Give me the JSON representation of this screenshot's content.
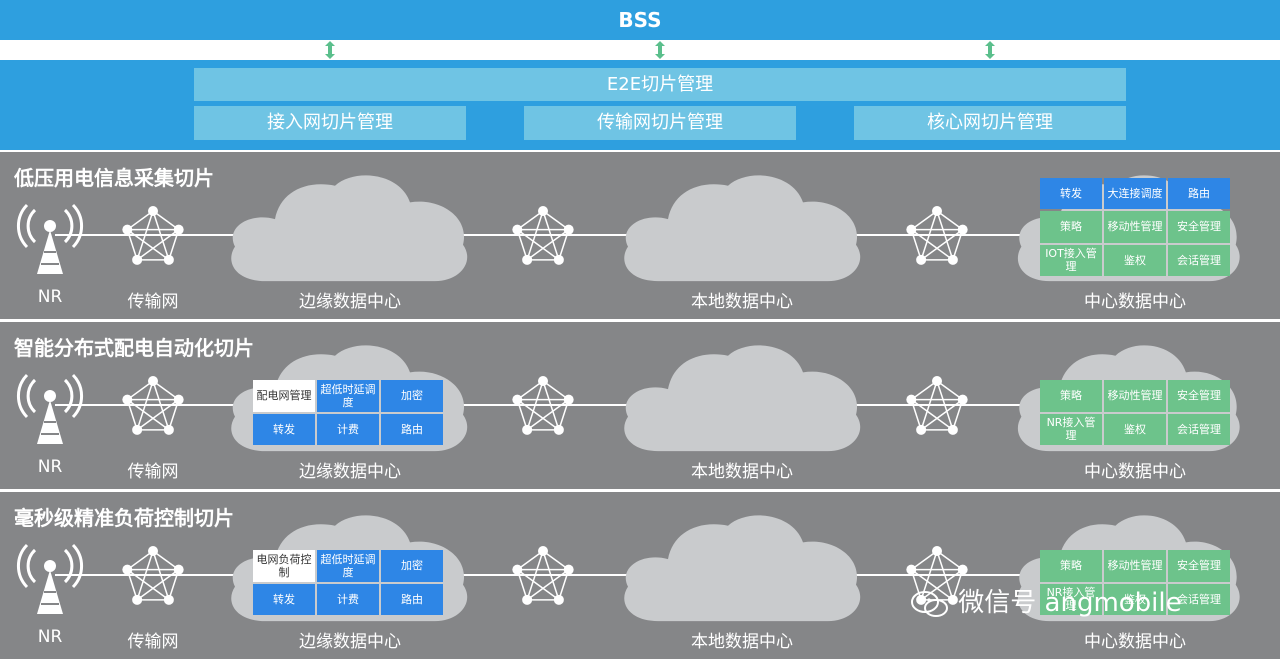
{
  "header": {
    "bss": "BSS"
  },
  "management": {
    "e2e": "E2E切片管理",
    "access": "接入网切片管理",
    "transport": "传输网切片管理",
    "core": "核心网切片管理"
  },
  "labels": {
    "nr": "NR",
    "transport_net": "传输网",
    "edge_dc": "边缘数据中心",
    "local_dc": "本地数据中心",
    "central_dc": "中心数据中心"
  },
  "slices": [
    {
      "title": "低压用电信息采集切片",
      "central_cells": [
        {
          "text": "转发",
          "color": "blue"
        },
        {
          "text": "大连接调度",
          "color": "blue"
        },
        {
          "text": "路由",
          "color": "blue"
        },
        {
          "text": "策略",
          "color": "green"
        },
        {
          "text": "移动性管理",
          "color": "green"
        },
        {
          "text": "安全管理",
          "color": "green"
        },
        {
          "text": "IOT接入管理",
          "color": "green"
        },
        {
          "text": "鉴权",
          "color": "green"
        },
        {
          "text": "会话管理",
          "color": "green"
        }
      ]
    },
    {
      "title": "智能分布式配电自动化切片",
      "edge_cells": [
        {
          "text": "配电网管理",
          "color": "white"
        },
        {
          "text": "超低时延调度",
          "color": "blue"
        },
        {
          "text": "加密",
          "color": "blue"
        },
        {
          "text": "转发",
          "color": "blue"
        },
        {
          "text": "计费",
          "color": "blue"
        },
        {
          "text": "路由",
          "color": "blue"
        }
      ],
      "central_cells": [
        {
          "text": "策略",
          "color": "green"
        },
        {
          "text": "移动性管理",
          "color": "green"
        },
        {
          "text": "安全管理",
          "color": "green"
        },
        {
          "text": "NR接入管理",
          "color": "green"
        },
        {
          "text": "鉴权",
          "color": "green"
        },
        {
          "text": "会话管理",
          "color": "green"
        }
      ]
    },
    {
      "title": "毫秒级精准负荷控制切片",
      "edge_cells": [
        {
          "text": "电网负荷控制",
          "color": "white"
        },
        {
          "text": "超低时延调度",
          "color": "blue"
        },
        {
          "text": "加密",
          "color": "blue"
        },
        {
          "text": "转发",
          "color": "blue"
        },
        {
          "text": "计费",
          "color": "blue"
        },
        {
          "text": "路由",
          "color": "blue"
        }
      ],
      "central_cells": [
        {
          "text": "策略",
          "color": "green"
        },
        {
          "text": "移动性管理",
          "color": "green"
        },
        {
          "text": "安全管理",
          "color": "green"
        },
        {
          "text": "NR接入管理",
          "color": "green"
        },
        {
          "text": "鉴权",
          "color": "green"
        },
        {
          "text": "会话管理",
          "color": "green"
        }
      ]
    }
  ],
  "watermark": "微信号 angmobile",
  "colors": {
    "brand_blue": "#2e9fdf",
    "light_blue": "#6fc4e4",
    "slice_gray": "#858688",
    "cell_blue": "#2e86e6",
    "cell_green": "#6dc38b"
  }
}
